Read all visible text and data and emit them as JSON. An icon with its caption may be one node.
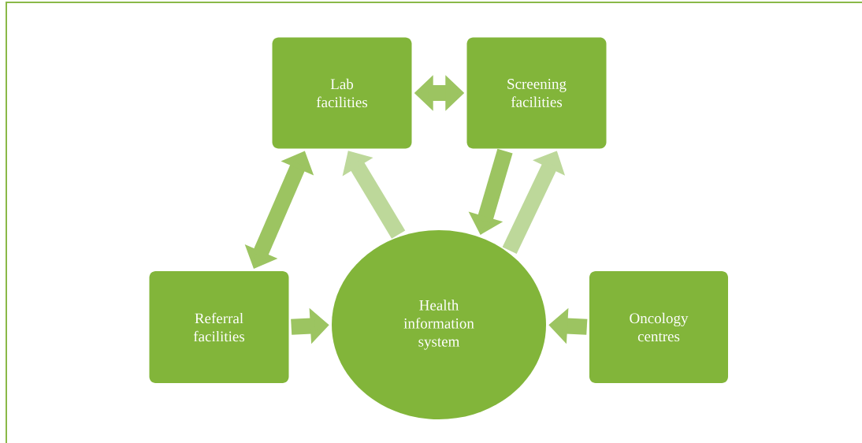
{
  "diagram": {
    "nodes": [
      {
        "text": [
          "Lab facilities"
        ]
      },
      {
        "text": [
          "Screening facilities"
        ]
      },
      {
        "text": [
          "Referral facilities"
        ]
      },
      {
        "text": [
          "Health information system"
        ]
      },
      {
        "text": [
          "Oncology centres"
        ]
      }
    ],
    "edges": [
      {
        "from": 0,
        "to": 1,
        "arrow": "both"
      },
      {
        "from": 2,
        "to": 0,
        "arrow": "both"
      },
      {
        "from": 3,
        "to": 0,
        "arrow": "to",
        "color": "#bdd89a"
      },
      {
        "from": 1,
        "to": 3,
        "arrow": "to"
      },
      {
        "from": 3,
        "to": 1,
        "arrow": "to",
        "color": "#bdd89a"
      },
      {
        "from": 2,
        "to": 3,
        "arrow": "to"
      },
      {
        "from": 4,
        "to": 3,
        "arrow": "to"
      }
    ]
  }
}
